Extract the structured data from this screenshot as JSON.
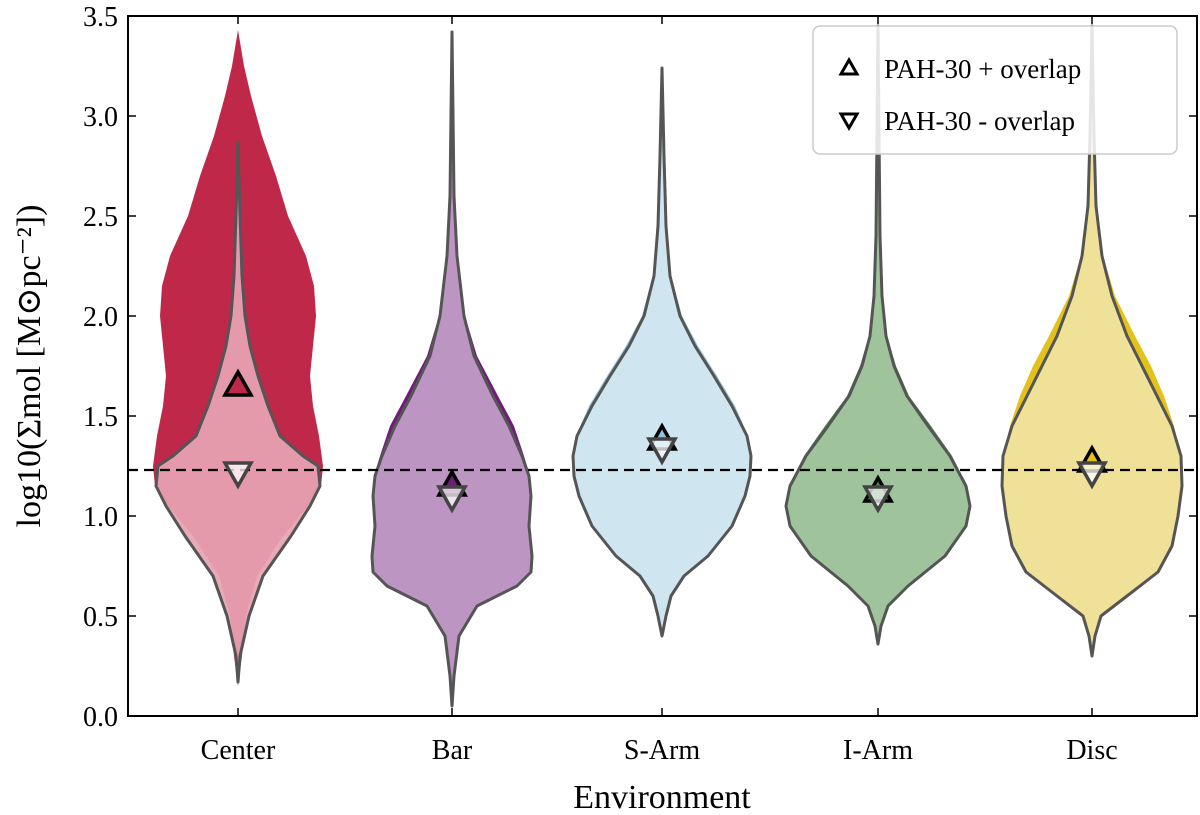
{
  "chart_data": {
    "type": "violin",
    "categories": [
      "Center",
      "Bar",
      "S-Arm",
      "I-Arm",
      "Disc"
    ],
    "xlabel": "Environment",
    "ylabel": "log10(Σmol [M⊙pc⁻²])",
    "ylim": [
      0.0,
      3.5
    ],
    "yticks": [
      "0.0",
      "0.5",
      "1.0",
      "1.5",
      "2.0",
      "2.5",
      "3.0",
      "3.5"
    ],
    "reference_line_y": 1.23,
    "legend": {
      "placement": "top-right",
      "entries": [
        {
          "marker": "triangle-up",
          "label": "PAH-30 + overlap"
        },
        {
          "marker": "triangle-down",
          "label": "PAH-30 - overlap"
        }
      ]
    },
    "series": [
      {
        "category": "Center",
        "dark_color": "#c0284a",
        "light_color": "#e6a4b1",
        "plus_overlap_median": 1.65,
        "minus_overlap_median": 1.22,
        "plus_overlap_range": [
          0.15,
          3.43
        ],
        "minus_overlap_range": [
          0.17,
          2.87
        ],
        "plus_overlap_profile": [
          [
            0.15,
            0.0
          ],
          [
            0.3,
            0.04
          ],
          [
            0.5,
            0.08
          ],
          [
            0.7,
            0.19
          ],
          [
            0.9,
            0.45
          ],
          [
            1.05,
            0.7
          ],
          [
            1.15,
            0.83
          ],
          [
            1.25,
            0.85
          ],
          [
            1.4,
            0.81
          ],
          [
            1.55,
            0.75
          ],
          [
            1.7,
            0.72
          ],
          [
            1.85,
            0.75
          ],
          [
            2.0,
            0.78
          ],
          [
            2.15,
            0.76
          ],
          [
            2.3,
            0.68
          ],
          [
            2.5,
            0.5
          ],
          [
            2.7,
            0.38
          ],
          [
            2.9,
            0.24
          ],
          [
            3.1,
            0.13
          ],
          [
            3.25,
            0.06
          ],
          [
            3.43,
            0.0
          ]
        ],
        "minus_overlap_profile": [
          [
            0.17,
            0.0
          ],
          [
            0.3,
            0.02
          ],
          [
            0.5,
            0.11
          ],
          [
            0.7,
            0.25
          ],
          [
            0.9,
            0.53
          ],
          [
            1.05,
            0.72
          ],
          [
            1.15,
            0.82
          ],
          [
            1.25,
            0.8
          ],
          [
            1.3,
            0.65
          ],
          [
            1.4,
            0.42
          ],
          [
            1.55,
            0.3
          ],
          [
            1.7,
            0.2
          ],
          [
            1.85,
            0.12
          ],
          [
            2.0,
            0.07
          ],
          [
            2.2,
            0.04
          ],
          [
            2.5,
            0.02
          ],
          [
            2.87,
            0.0
          ]
        ]
      },
      {
        "category": "Bar",
        "dark_color": "#6e1c78",
        "light_color": "#c39ec9",
        "plus_overlap_median": 1.15,
        "minus_overlap_median": 1.1,
        "plus_overlap_range": [
          0.05,
          3.42
        ],
        "minus_overlap_range": [
          0.05,
          3.42
        ],
        "plus_overlap_profile": [
          [
            0.05,
            0.0
          ],
          [
            0.2,
            0.02
          ],
          [
            0.4,
            0.07
          ],
          [
            0.55,
            0.25
          ],
          [
            0.65,
            0.65
          ],
          [
            0.72,
            0.79
          ],
          [
            0.8,
            0.8
          ],
          [
            0.95,
            0.77
          ],
          [
            1.1,
            0.8
          ],
          [
            1.2,
            0.78
          ],
          [
            1.3,
            0.72
          ],
          [
            1.45,
            0.62
          ],
          [
            1.6,
            0.46
          ],
          [
            1.8,
            0.25
          ],
          [
            2.0,
            0.13
          ],
          [
            2.3,
            0.05
          ],
          [
            2.6,
            0.02
          ],
          [
            3.42,
            0.0
          ]
        ],
        "minus_overlap_profile": [
          [
            0.05,
            0.0
          ],
          [
            0.2,
            0.02
          ],
          [
            0.4,
            0.07
          ],
          [
            0.55,
            0.25
          ],
          [
            0.65,
            0.65
          ],
          [
            0.72,
            0.79
          ],
          [
            0.8,
            0.8
          ],
          [
            0.95,
            0.77
          ],
          [
            1.1,
            0.79
          ],
          [
            1.2,
            0.77
          ],
          [
            1.3,
            0.7
          ],
          [
            1.45,
            0.57
          ],
          [
            1.6,
            0.41
          ],
          [
            1.8,
            0.22
          ],
          [
            2.0,
            0.12
          ],
          [
            2.3,
            0.05
          ],
          [
            2.6,
            0.02
          ],
          [
            3.42,
            0.0
          ]
        ]
      },
      {
        "category": "S-Arm",
        "dark_color": "#8fc3dc",
        "light_color": "#d4e8f1",
        "plus_overlap_median": 1.38,
        "minus_overlap_median": 1.34,
        "plus_overlap_range": [
          0.4,
          3.24
        ],
        "minus_overlap_range": [
          0.4,
          3.24
        ],
        "plus_overlap_profile": [
          [
            0.4,
            0.0
          ],
          [
            0.5,
            0.04
          ],
          [
            0.6,
            0.09
          ],
          [
            0.7,
            0.22
          ],
          [
            0.8,
            0.46
          ],
          [
            0.95,
            0.7
          ],
          [
            1.1,
            0.83
          ],
          [
            1.2,
            0.88
          ],
          [
            1.3,
            0.89
          ],
          [
            1.4,
            0.86
          ],
          [
            1.55,
            0.73
          ],
          [
            1.7,
            0.55
          ],
          [
            1.85,
            0.36
          ],
          [
            2.0,
            0.2
          ],
          [
            2.2,
            0.09
          ],
          [
            2.45,
            0.04
          ],
          [
            2.8,
            0.02
          ],
          [
            3.24,
            0.0
          ]
        ],
        "minus_overlap_profile": [
          [
            0.4,
            0.0
          ],
          [
            0.5,
            0.04
          ],
          [
            0.6,
            0.09
          ],
          [
            0.7,
            0.22
          ],
          [
            0.8,
            0.46
          ],
          [
            0.95,
            0.7
          ],
          [
            1.1,
            0.83
          ],
          [
            1.2,
            0.88
          ],
          [
            1.3,
            0.89
          ],
          [
            1.4,
            0.85
          ],
          [
            1.55,
            0.7
          ],
          [
            1.7,
            0.52
          ],
          [
            1.85,
            0.33
          ],
          [
            2.0,
            0.18
          ],
          [
            2.2,
            0.08
          ],
          [
            2.45,
            0.04
          ],
          [
            2.8,
            0.02
          ],
          [
            3.24,
            0.0
          ]
        ]
      },
      {
        "category": "I-Arm",
        "dark_color": "#4e8a4e",
        "light_color": "#a6c8a3",
        "plus_overlap_median": 1.12,
        "minus_overlap_median": 1.1,
        "plus_overlap_range": [
          0.36,
          3.45
        ],
        "minus_overlap_range": [
          0.36,
          3.45
        ],
        "plus_overlap_profile": [
          [
            0.36,
            0.0
          ],
          [
            0.45,
            0.03
          ],
          [
            0.55,
            0.1
          ],
          [
            0.65,
            0.3
          ],
          [
            0.8,
            0.67
          ],
          [
            0.95,
            0.88
          ],
          [
            1.05,
            0.92
          ],
          [
            1.15,
            0.89
          ],
          [
            1.3,
            0.74
          ],
          [
            1.45,
            0.53
          ],
          [
            1.6,
            0.31
          ],
          [
            1.75,
            0.18
          ],
          [
            1.9,
            0.09
          ],
          [
            2.1,
            0.05
          ],
          [
            2.4,
            0.02
          ],
          [
            3.45,
            0.0
          ]
        ],
        "minus_overlap_profile": [
          [
            0.36,
            0.0
          ],
          [
            0.45,
            0.03
          ],
          [
            0.55,
            0.1
          ],
          [
            0.65,
            0.3
          ],
          [
            0.8,
            0.67
          ],
          [
            0.95,
            0.88
          ],
          [
            1.05,
            0.92
          ],
          [
            1.15,
            0.88
          ],
          [
            1.3,
            0.72
          ],
          [
            1.45,
            0.5
          ],
          [
            1.6,
            0.29
          ],
          [
            1.75,
            0.16
          ],
          [
            1.9,
            0.08
          ],
          [
            2.1,
            0.04
          ],
          [
            2.4,
            0.02
          ],
          [
            3.45,
            0.0
          ]
        ]
      },
      {
        "category": "Disc",
        "dark_color": "#e4c21c",
        "light_color": "#f1e3a1",
        "plus_overlap_median": 1.27,
        "minus_overlap_median": 1.22,
        "plus_overlap_range": [
          0.3,
          3.45
        ],
        "minus_overlap_range": [
          0.3,
          3.45
        ],
        "plus_overlap_profile": [
          [
            0.3,
            0.0
          ],
          [
            0.4,
            0.03
          ],
          [
            0.5,
            0.09
          ],
          [
            0.6,
            0.35
          ],
          [
            0.72,
            0.66
          ],
          [
            0.85,
            0.8
          ],
          [
            1.0,
            0.86
          ],
          [
            1.15,
            0.9
          ],
          [
            1.3,
            0.89
          ],
          [
            1.45,
            0.82
          ],
          [
            1.6,
            0.72
          ],
          [
            1.75,
            0.59
          ],
          [
            1.9,
            0.43
          ],
          [
            2.1,
            0.23
          ],
          [
            2.3,
            0.11
          ],
          [
            2.55,
            0.04
          ],
          [
            2.9,
            0.02
          ],
          [
            3.45,
            0.0
          ]
        ],
        "minus_overlap_profile": [
          [
            0.3,
            0.0
          ],
          [
            0.4,
            0.03
          ],
          [
            0.5,
            0.09
          ],
          [
            0.6,
            0.35
          ],
          [
            0.72,
            0.66
          ],
          [
            0.85,
            0.8
          ],
          [
            1.0,
            0.86
          ],
          [
            1.15,
            0.9
          ],
          [
            1.3,
            0.89
          ],
          [
            1.45,
            0.8
          ],
          [
            1.6,
            0.65
          ],
          [
            1.75,
            0.5
          ],
          [
            1.9,
            0.35
          ],
          [
            2.1,
            0.2
          ],
          [
            2.3,
            0.1
          ],
          [
            2.55,
            0.04
          ],
          [
            2.9,
            0.02
          ],
          [
            3.45,
            0.0
          ]
        ]
      }
    ]
  }
}
